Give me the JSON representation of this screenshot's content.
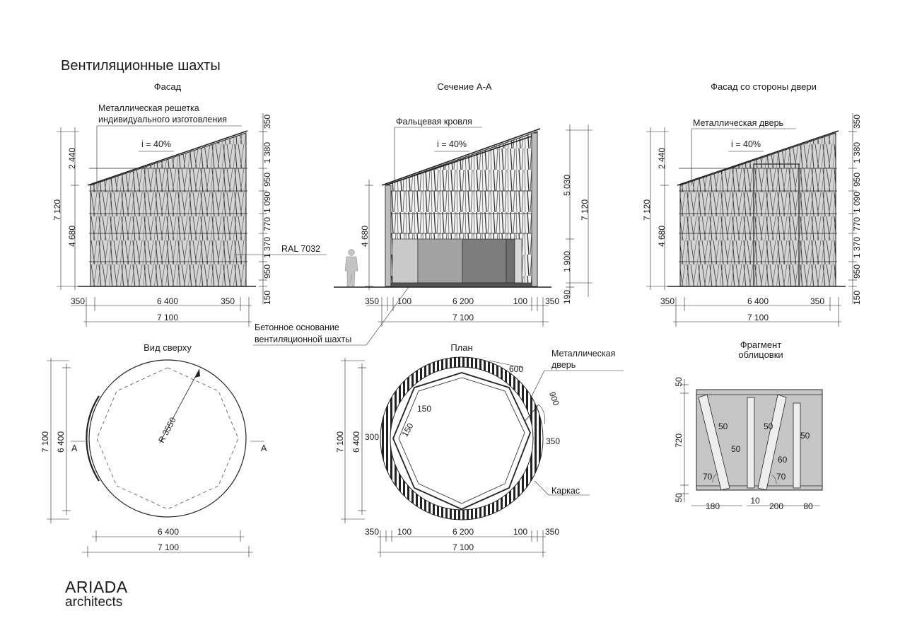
{
  "sheet_title": "Вентиляционные шахты",
  "views": {
    "facade": "Фасад",
    "section": "Сечение А-А",
    "door_facade": "Фасад со стороны двери",
    "top": "Вид сверху",
    "plan": "План",
    "fragment_line1": "Фрагмент",
    "fragment_line2": "облицовки"
  },
  "notes": {
    "grille_line1": "Металлическая решетка",
    "grille_line2": "индивидуального изготовления",
    "slope": "i = 40%",
    "ral": "RAL 7032",
    "roof": "Фальцевая кровля",
    "base_line1": "Бетонное основание",
    "base_line2": "вентиляционной шахты",
    "door": "Металлическая дверь",
    "door_plan_line1": "Металлическая",
    "door_plan_line2": "дверь",
    "frame": "Каркас",
    "radius": "R 3550",
    "cut_mark": "A"
  },
  "dims": {
    "d2440": "2 440",
    "d7120": "7 120",
    "d4680": "4 680",
    "d350": "350",
    "d1380": "1 380",
    "d950": "950",
    "d1090": "1 090",
    "d770": "770",
    "d1370": "1 370",
    "d150": "150",
    "d5030": "5 030",
    "d1900": "1 900",
    "d190": "190",
    "d6400": "6 400",
    "d7100": "7 100",
    "d100": "100",
    "d6200": "6 200",
    "d600": "600",
    "d300": "300",
    "d50": "50",
    "d720": "720",
    "d70": "70",
    "d60": "60",
    "d180": "180",
    "d10": "10",
    "d200": "200",
    "d80": "80"
  },
  "brand": {
    "name": "ARIADA",
    "sub": "architects"
  },
  "colors": {
    "ink": "#1a1a1a",
    "panel_light": "#c9c9c9",
    "panel_mid": "#a3a3a3",
    "panel_dark": "#7d7d7d",
    "grille": "#d6d6d6"
  }
}
